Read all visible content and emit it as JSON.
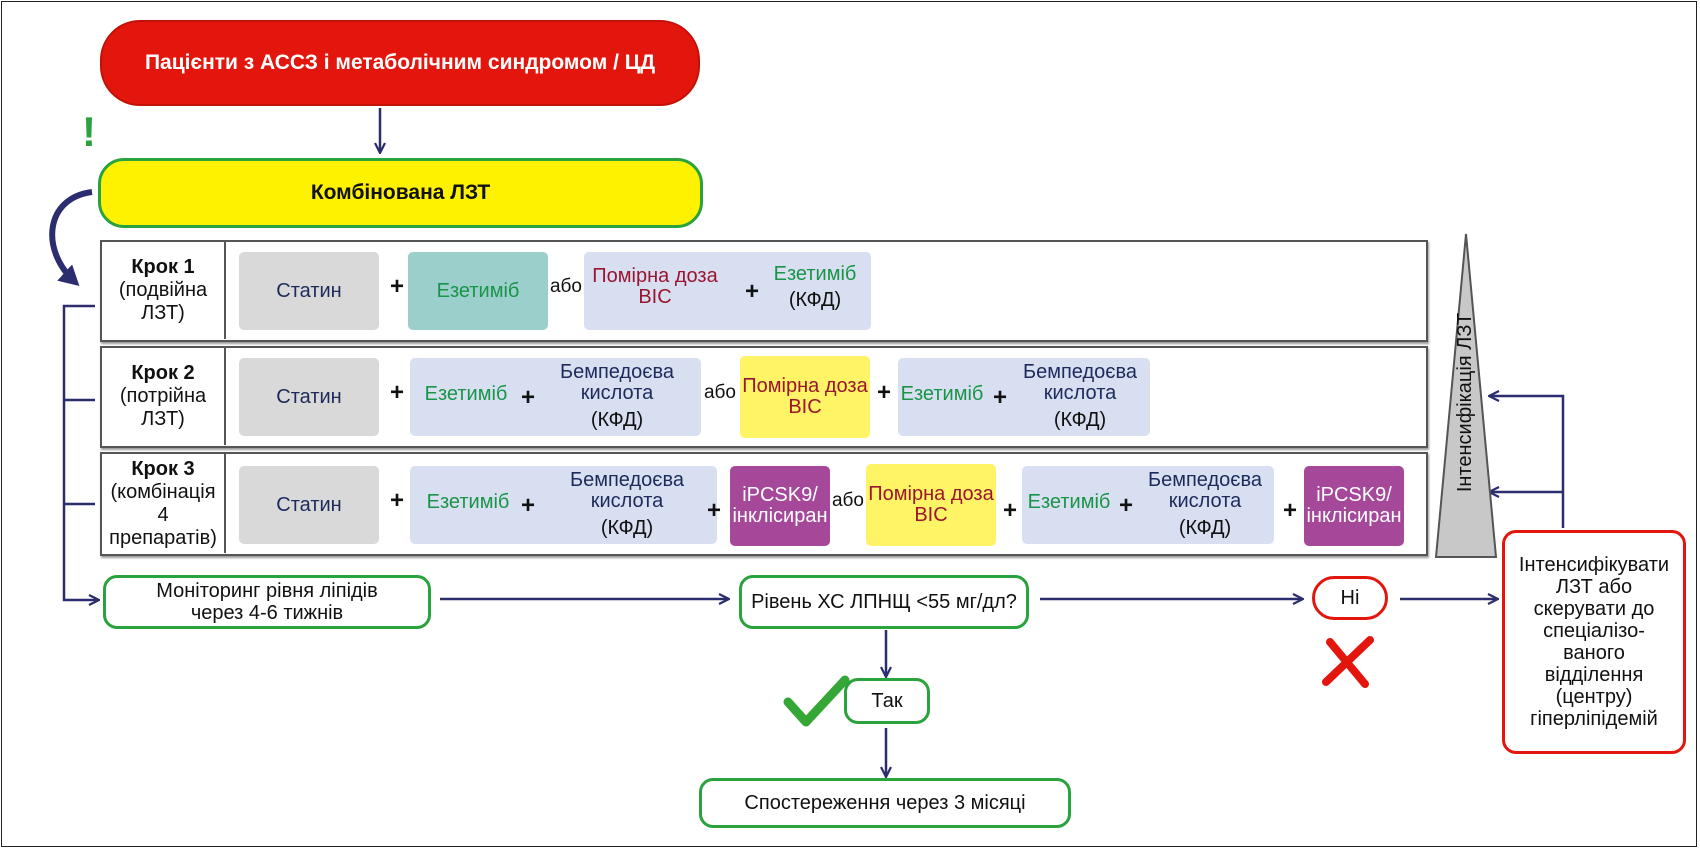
{
  "header": {
    "patients": "Пацієнти з АССЗ і метаболічним синдромом / ЦД",
    "combined": "Комбінована ЛЗТ",
    "exclamation": "!"
  },
  "steps": [
    {
      "title": "Крок 1",
      "subtitle": "(подвійна ЛЗТ)",
      "items": {
        "statin": "Статин",
        "plus1": "+",
        "ezetimibe": "Езетиміб",
        "or": "або",
        "moderate_dose": "Помірна доза ВІС",
        "plus2": "+",
        "ezetimibe2": "Езетиміб",
        "fdc": "(КФД)"
      }
    },
    {
      "title": "Крок 2",
      "subtitle": "(потрійна ЛЗТ)",
      "items": {
        "statin": "Статин",
        "plus1": "+",
        "ezetimibe": "Езетиміб",
        "plus2": "+",
        "bempedoic": "Бемпедоєва кислота",
        "fdc": "(КФД)",
        "or": "або",
        "moderate_dose": "Помірна доза ВІС",
        "plus3": "+",
        "ezetimibe2": "Езетиміб",
        "plus4": "+",
        "bempedoic2": "Бемпедоєва кислота",
        "fdc2": "(КФД)"
      }
    },
    {
      "title": "Крок 3",
      "subtitle": "(комбінація 4 препаратів)",
      "items": {
        "statin": "Статин",
        "plus1": "+",
        "ezetimibe": "Езетиміб",
        "plus2": "+",
        "bempedoic": "Бемпедоєва кислота",
        "fdc": "(КФД)",
        "plus3": "+",
        "pcsk9": "iPCSK9/ інклісиран",
        "or": "або",
        "moderate_dose": "Помірна доза ВІС",
        "plus4": "+",
        "ezetimibe2": "Езетиміб",
        "plus5": "+",
        "bempedoic2": "Бемпедоєва кислота",
        "fdc2": "(КФД)",
        "plus6": "+",
        "pcsk92": "iPCSK9/ інклісиран"
      }
    }
  ],
  "intensification_label": "Інтенсифікація ЛЗТ",
  "flow": {
    "monitoring": "Моніторинг рівня ліпідів через 4-6 тижнів",
    "question": "Рівень ХС ЛПНЩ <55 мг/дл?",
    "no": "Ні",
    "yes": "Так",
    "observation": "Спостереження через 3 місяці",
    "intensify": "Інтенсифікувати ЛЗТ або скерувати до спеціалізо- ваного відділення (центру) гіперліпідемій"
  },
  "colors": {
    "red": "#e3160d",
    "yellow": "#fff200",
    "green": "#2aa23d",
    "navy_arrow": "#2b2d6e"
  }
}
